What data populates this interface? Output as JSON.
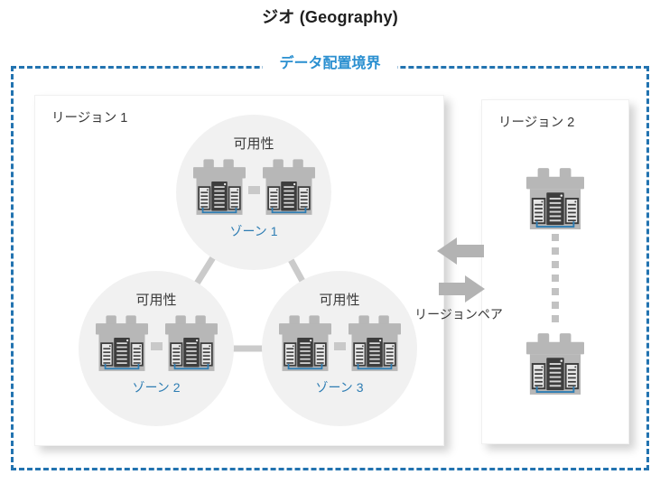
{
  "title": "ジオ (Geography)",
  "boundary": {
    "label": "データ配置境界"
  },
  "region1": {
    "label": "リージョン 1",
    "zones": [
      {
        "availability_label": "可用性",
        "zone_label": "ゾーン 1"
      },
      {
        "availability_label": "可用性",
        "zone_label": "ゾーン 2"
      },
      {
        "availability_label": "可用性",
        "zone_label": "ゾーン 3"
      }
    ]
  },
  "region2": {
    "label": "リージョン 2"
  },
  "region_pair": {
    "label": "リージョンペア"
  },
  "icons": {
    "datacenter": "datacenter-icon",
    "pair_arrows": [
      "arrow-left-icon",
      "arrow-right-icon"
    ],
    "zone_link": "link-dash-icon",
    "replication_dots": "dotted-link-icon"
  },
  "colors": {
    "boundary_dash": "#2273b0",
    "boundary_label": "#2a8fd0",
    "zone_blue": "#2e7db3",
    "circle_fill": "#f1f1f1",
    "connector_gray": "#cbcbcb",
    "building_gray": "#b7b7b7",
    "arrow_gray": "#b3b3b3",
    "text_dark": "#3a3a3a"
  }
}
